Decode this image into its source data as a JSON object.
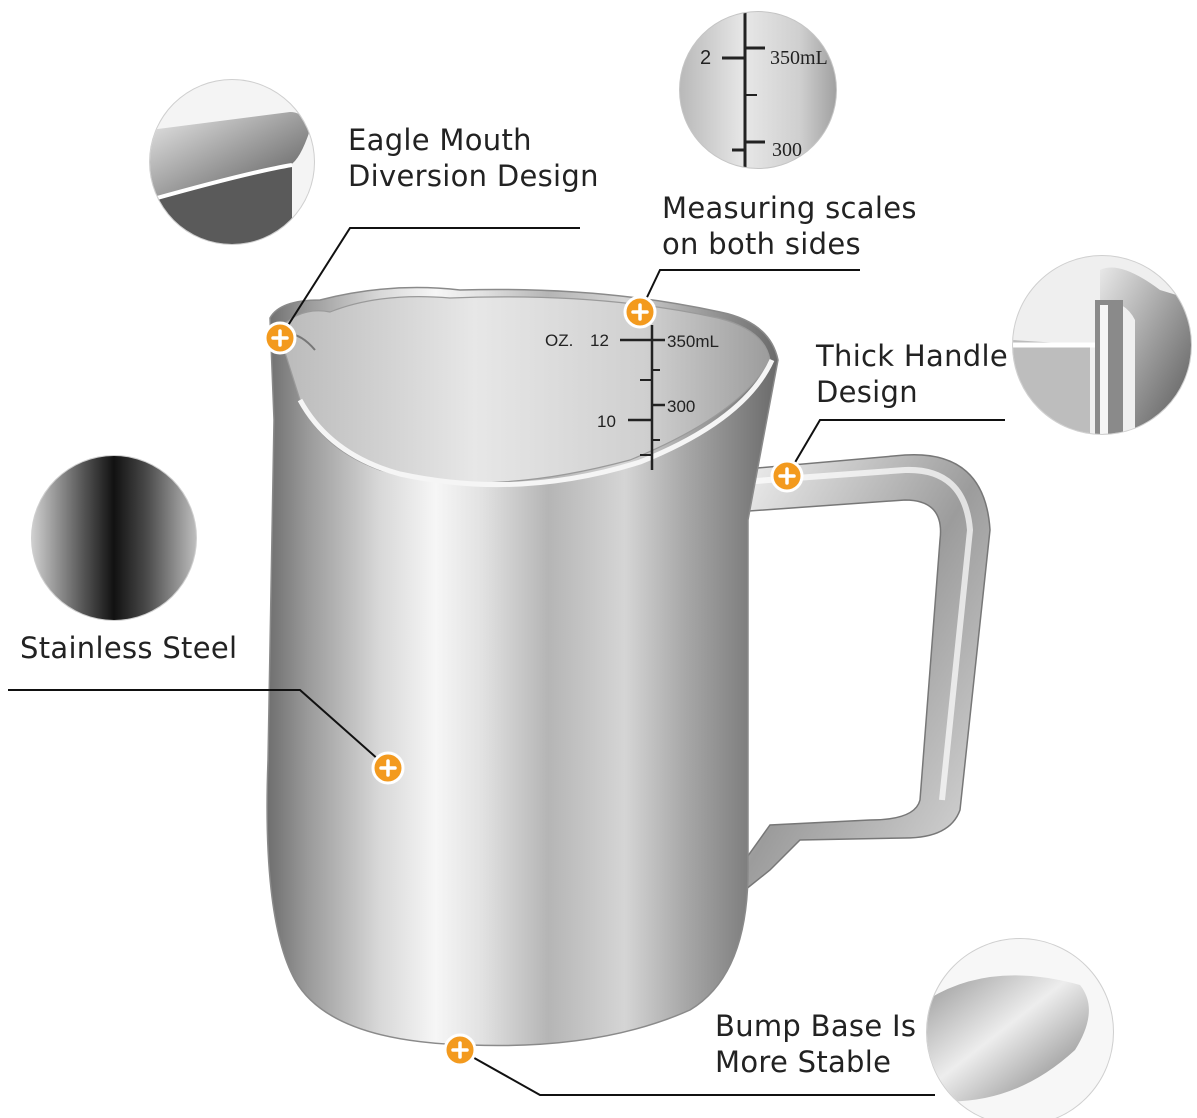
{
  "features": [
    {
      "id": "eagle-mouth",
      "lines": [
        "Eagle Mouth",
        "Diversion Design"
      ],
      "icon": "plus-marker-icon"
    },
    {
      "id": "measuring-scales",
      "lines": [
        "Measuring scales",
        "on both sides"
      ],
      "icon": "plus-marker-icon"
    },
    {
      "id": "thick-handle",
      "lines": [
        "Thick Handle",
        "Design"
      ],
      "icon": "plus-marker-icon"
    },
    {
      "id": "stainless-steel",
      "lines": [
        "Stainless Steel"
      ],
      "icon": "plus-marker-icon"
    },
    {
      "id": "bump-base",
      "lines": [
        "Bump Base Is",
        "More Stable"
      ],
      "icon": "plus-marker-icon"
    }
  ],
  "scale": {
    "oz_unit": "OZ.",
    "oz_ticks": [
      "12",
      "10"
    ],
    "ml_ticks": [
      "350mL",
      "300"
    ],
    "zoom_ml_ticks": [
      "350mL",
      "300"
    ],
    "zoom_oz_fragment": "2"
  },
  "colors": {
    "marker": "#f39a1e",
    "marker_ring": "#ffffff",
    "leader_line": "#111111",
    "text": "#222222"
  }
}
